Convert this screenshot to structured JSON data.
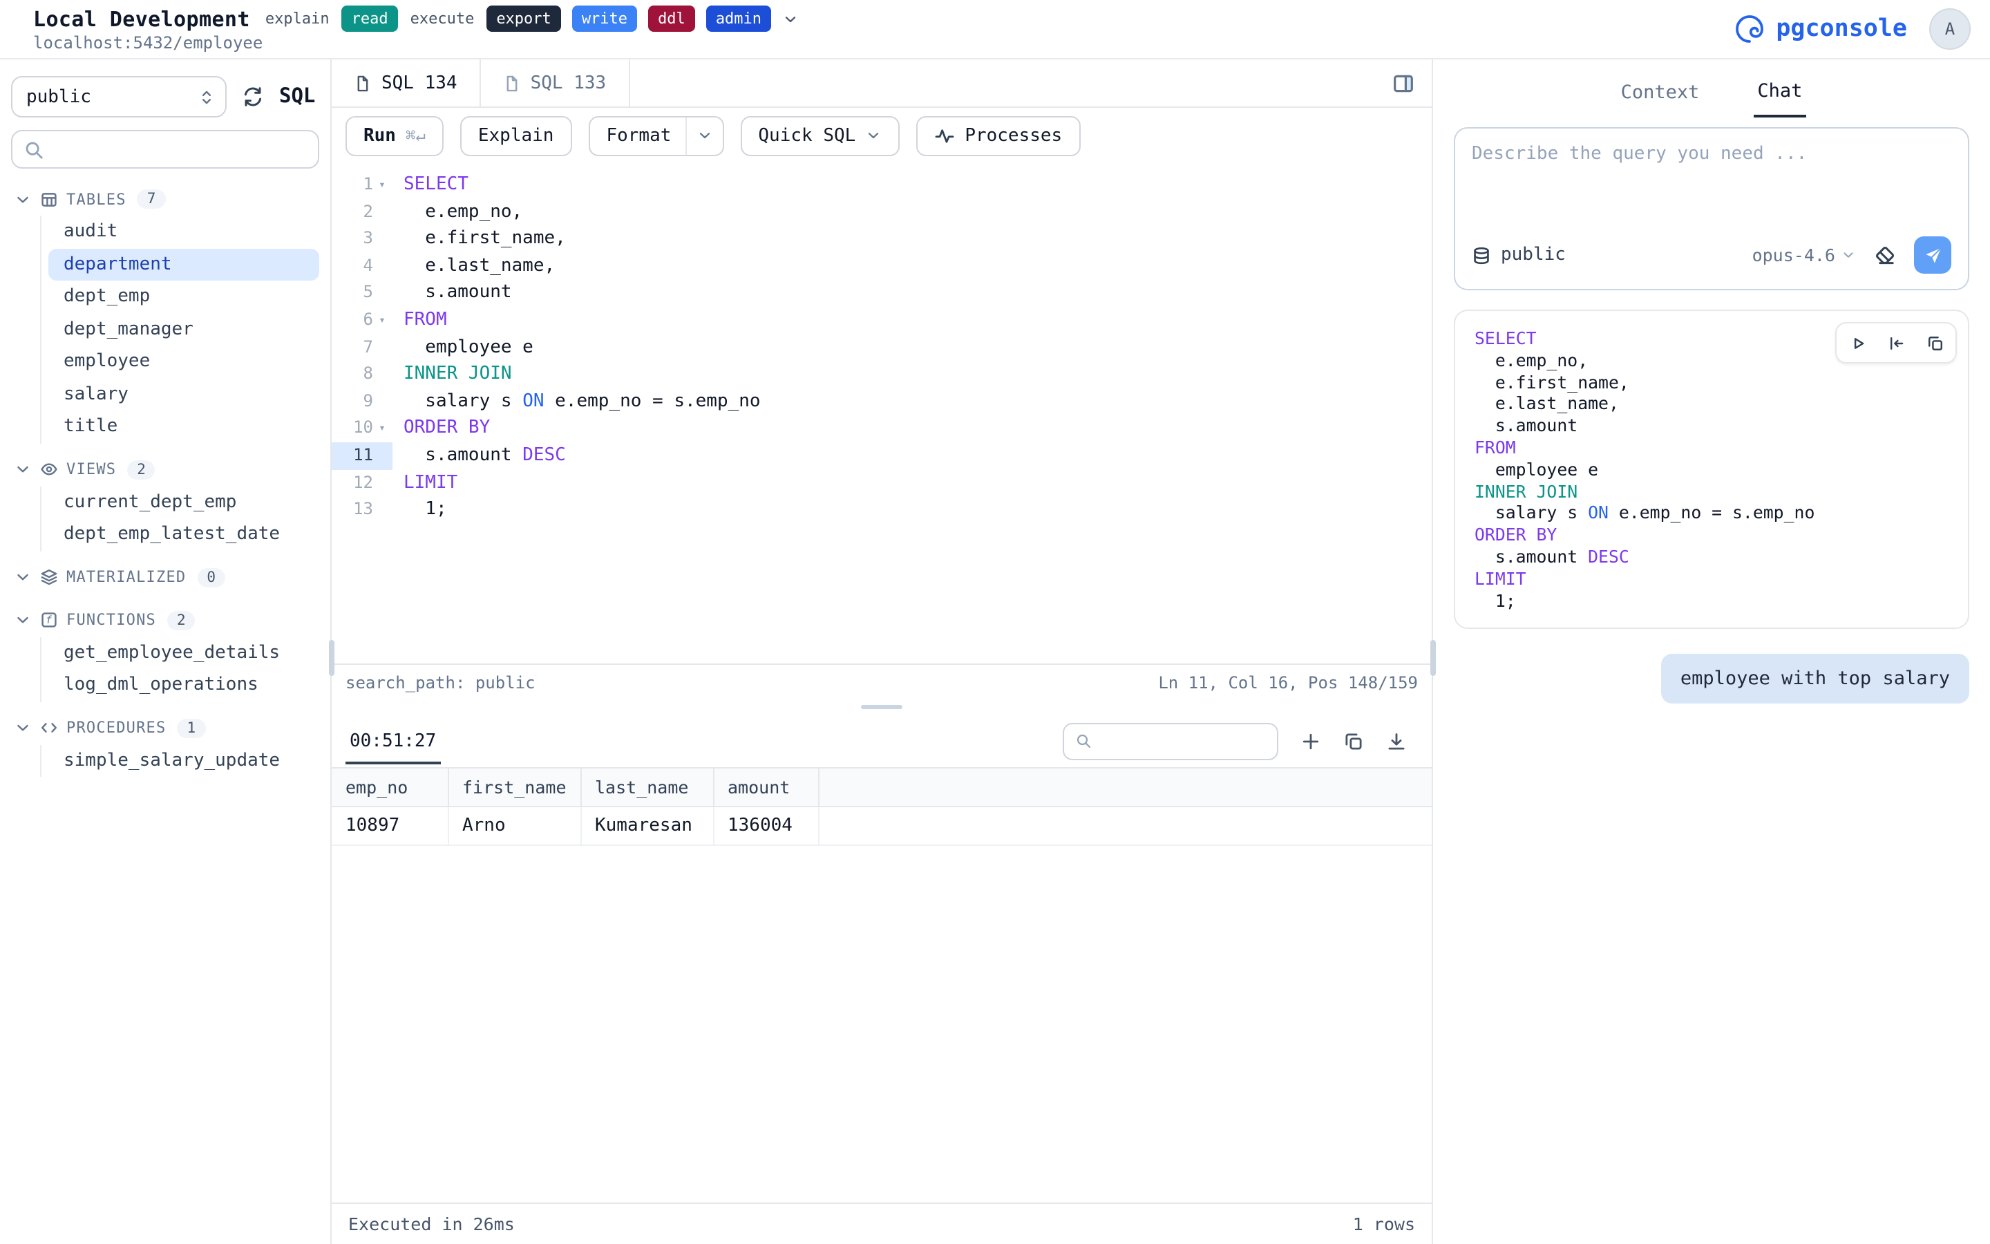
{
  "header": {
    "title": "Local Development",
    "subtitle": "localhost:5432/employee",
    "badges": [
      {
        "label": "explain",
        "style": "plain"
      },
      {
        "label": "read",
        "style": "teal"
      },
      {
        "label": "execute",
        "style": "plain"
      },
      {
        "label": "export",
        "style": "dark"
      },
      {
        "label": "write",
        "style": "blue"
      },
      {
        "label": "ddl",
        "style": "maroon"
      },
      {
        "label": "admin",
        "style": "navy"
      }
    ],
    "brand": "pgconsole",
    "avatar": "A"
  },
  "sidebar": {
    "schema": "public",
    "sql_label": "SQL",
    "sections": [
      {
        "label": "TABLES",
        "count": "7",
        "icon": "table",
        "items": [
          "audit",
          "department",
          "dept_emp",
          "dept_manager",
          "employee",
          "salary",
          "title"
        ],
        "selected": "department"
      },
      {
        "label": "VIEWS",
        "count": "2",
        "icon": "eye",
        "items": [
          "current_dept_emp",
          "dept_emp_latest_date"
        ]
      },
      {
        "label": "MATERIALIZED",
        "count": "0",
        "icon": "layers",
        "items": []
      },
      {
        "label": "FUNCTIONS",
        "count": "2",
        "icon": "function",
        "items": [
          "get_employee_details",
          "log_dml_operations"
        ]
      },
      {
        "label": "PROCEDURES",
        "count": "1",
        "icon": "code",
        "items": [
          "simple_salary_update"
        ]
      }
    ]
  },
  "editor": {
    "tabs": [
      {
        "label": "SQL 134",
        "active": true
      },
      {
        "label": "SQL 133",
        "active": false
      }
    ],
    "toolbar": {
      "run": "Run",
      "run_shortcut": "⌘↵",
      "explain": "Explain",
      "format": "Format",
      "quick_sql": "Quick SQL",
      "processes": "Processes"
    },
    "active_line": 11,
    "fold_lines": [
      1,
      6,
      10
    ],
    "status_left": "search_path: public",
    "status_right": "Ln 11, Col 16, Pos 148/159"
  },
  "sql_lines": [
    [
      {
        "c": "kw",
        "t": "SELECT"
      }
    ],
    [
      {
        "c": "p",
        "t": "  e.emp_no,"
      }
    ],
    [
      {
        "c": "p",
        "t": "  e.first_name,"
      }
    ],
    [
      {
        "c": "p",
        "t": "  e.last_name,"
      }
    ],
    [
      {
        "c": "p",
        "t": "  s.amount"
      }
    ],
    [
      {
        "c": "kw",
        "t": "FROM"
      }
    ],
    [
      {
        "c": "p",
        "t": "  employee e"
      }
    ],
    [
      {
        "c": "kw2",
        "t": "INNER JOIN"
      }
    ],
    [
      {
        "c": "p",
        "t": "  salary s "
      },
      {
        "c": "kw3",
        "t": "ON"
      },
      {
        "c": "p",
        "t": " e.emp_no = s.emp_no"
      }
    ],
    [
      {
        "c": "kw",
        "t": "ORDER BY"
      }
    ],
    [
      {
        "c": "p",
        "t": "  s.amount "
      },
      {
        "c": "kw",
        "t": "DESC"
      }
    ],
    [
      {
        "c": "kw",
        "t": "LIMIT"
      }
    ],
    [
      {
        "c": "p",
        "t": "  1;"
      }
    ]
  ],
  "results": {
    "tab": "00:51:27",
    "columns": [
      "emp_no",
      "first_name",
      "last_name",
      "amount"
    ],
    "rows": [
      [
        "10897",
        "Arno",
        "Kumaresan",
        "136004"
      ]
    ],
    "footer_left": "Executed in 26ms",
    "footer_right": "1 rows"
  },
  "chat": {
    "tabs": [
      {
        "label": "Context",
        "active": false
      },
      {
        "label": "Chat",
        "active": true
      }
    ],
    "placeholder": "Describe the query you need ...",
    "schema": "public",
    "model": "opus-4.6",
    "user_message": "employee with top salary"
  },
  "colors": {
    "accent": "#2563eb",
    "keyword": "#7c3aed",
    "join_keyword": "#0d9488",
    "on_keyword": "#2563eb",
    "selection_bg": "#dbeafe"
  },
  "icons_unicode": {
    "fold-icon": "▾"
  }
}
